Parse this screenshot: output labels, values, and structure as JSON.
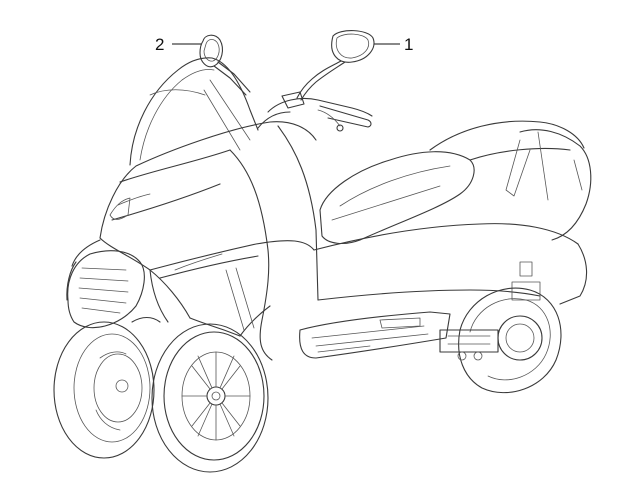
{
  "diagram": {
    "callouts": [
      {
        "id": "mirror-right",
        "label": "1"
      },
      {
        "id": "mirror-left",
        "label": "2"
      }
    ],
    "colors": {
      "line": "#3a3a3a",
      "text": "#111111",
      "background": "#ffffff"
    }
  }
}
